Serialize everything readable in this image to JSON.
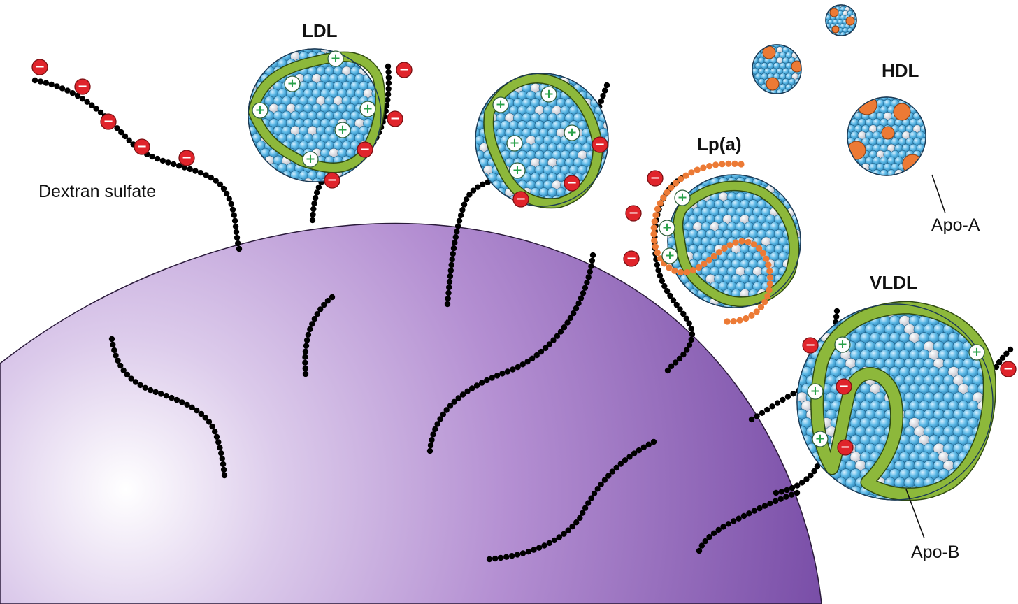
{
  "labels": {
    "dextran": "Dextran sulfate",
    "ldl": "LDL",
    "lpa": "Lp(a)",
    "hdl": "HDL",
    "vldl": "VLDL",
    "apoA": "Apo-A",
    "apoB": "Apo-B"
  },
  "signs": {
    "positive": "+",
    "negative": "−"
  },
  "colors": {
    "bead": "#000000",
    "sphere": "#9a68bd",
    "lipid_blue": "#5bb8e6",
    "lipid_white": "#e6e8ee",
    "apo_b": "#8db83b",
    "apo_a": "#ec7a35",
    "apo_a_beads": "#ec7a35",
    "positive_charge": "#2aa14a",
    "negative_charge": "#e0242b"
  }
}
